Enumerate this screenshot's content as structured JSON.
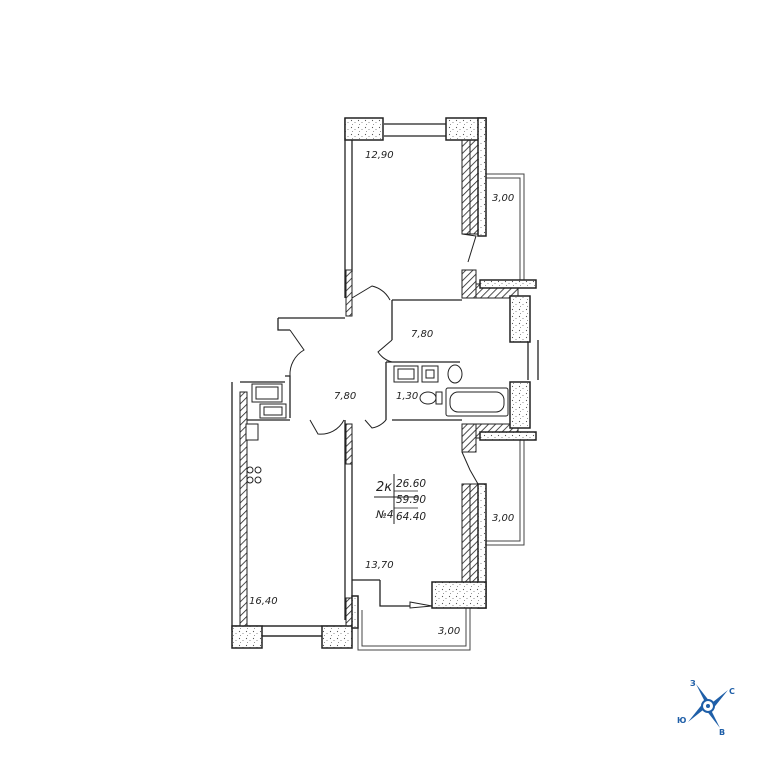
{
  "rooms": {
    "room_top": "12,90",
    "balcony_top": "3,00",
    "bedroom_mid": "7,80",
    "hall": "7,80",
    "bath": "1,30",
    "balcony_mid": "3,00",
    "living": "13,70",
    "kitchen": "16,40",
    "balcony_bottom": "3,00"
  },
  "info": {
    "type": "2к",
    "number": "№4",
    "living_area": "26.60",
    "total_area": "59.90",
    "total_with_balcony": "64.40"
  },
  "compass": {
    "north": "С",
    "south": "Ю",
    "east": "В",
    "west": "З"
  },
  "colors": {
    "wall": "#222222",
    "compass": "#1f5fa8"
  }
}
